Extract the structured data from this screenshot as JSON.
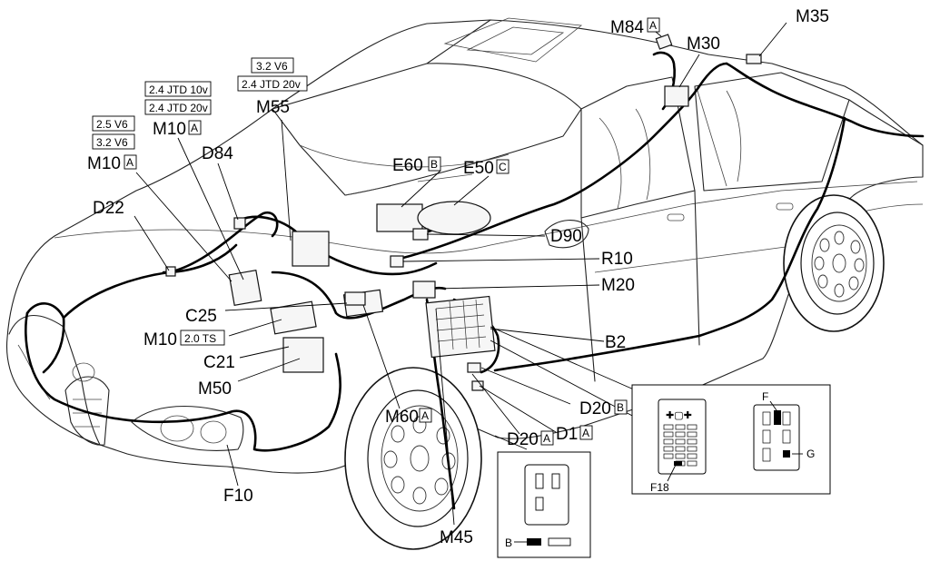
{
  "labels": {
    "m84": "M84",
    "m84_box": "A",
    "m35": "M35",
    "m30": "M30",
    "m55": "M55",
    "m55_eng1": "3.2 V6",
    "m55_eng2": "2.4 JTD 20v",
    "m10_top": "M10",
    "m10_top_box": "A",
    "m10_top_eng1": "2.4 JTD 10v",
    "m10_top_eng2": "2.4 JTD 20v",
    "m10_left": "M10",
    "m10_left_box": "A",
    "m10_left_eng1": "2.5 V6",
    "m10_left_eng2": "3.2 V6",
    "d84": "D84",
    "d22": "D22",
    "e60": "E60",
    "e60_box": "B",
    "e50": "E50",
    "e50_box": "C",
    "d90": "D90",
    "r10": "R10",
    "m20": "M20",
    "b2": "B2",
    "c25": "C25",
    "m10_ts": "M10",
    "m10_ts_eng": "2.0 TS",
    "c21": "C21",
    "m50": "M50",
    "m60": "M60",
    "m60_box": "A",
    "d20b": "D20",
    "d20b_box": "B",
    "d1": "D1",
    "d1_box": "A",
    "d20a": "D20",
    "d20a_box": "A",
    "f10": "F10",
    "m45": "M45",
    "inset_b": "B",
    "inset_f18": "F18",
    "inset_f": "F",
    "inset_g": "G"
  }
}
